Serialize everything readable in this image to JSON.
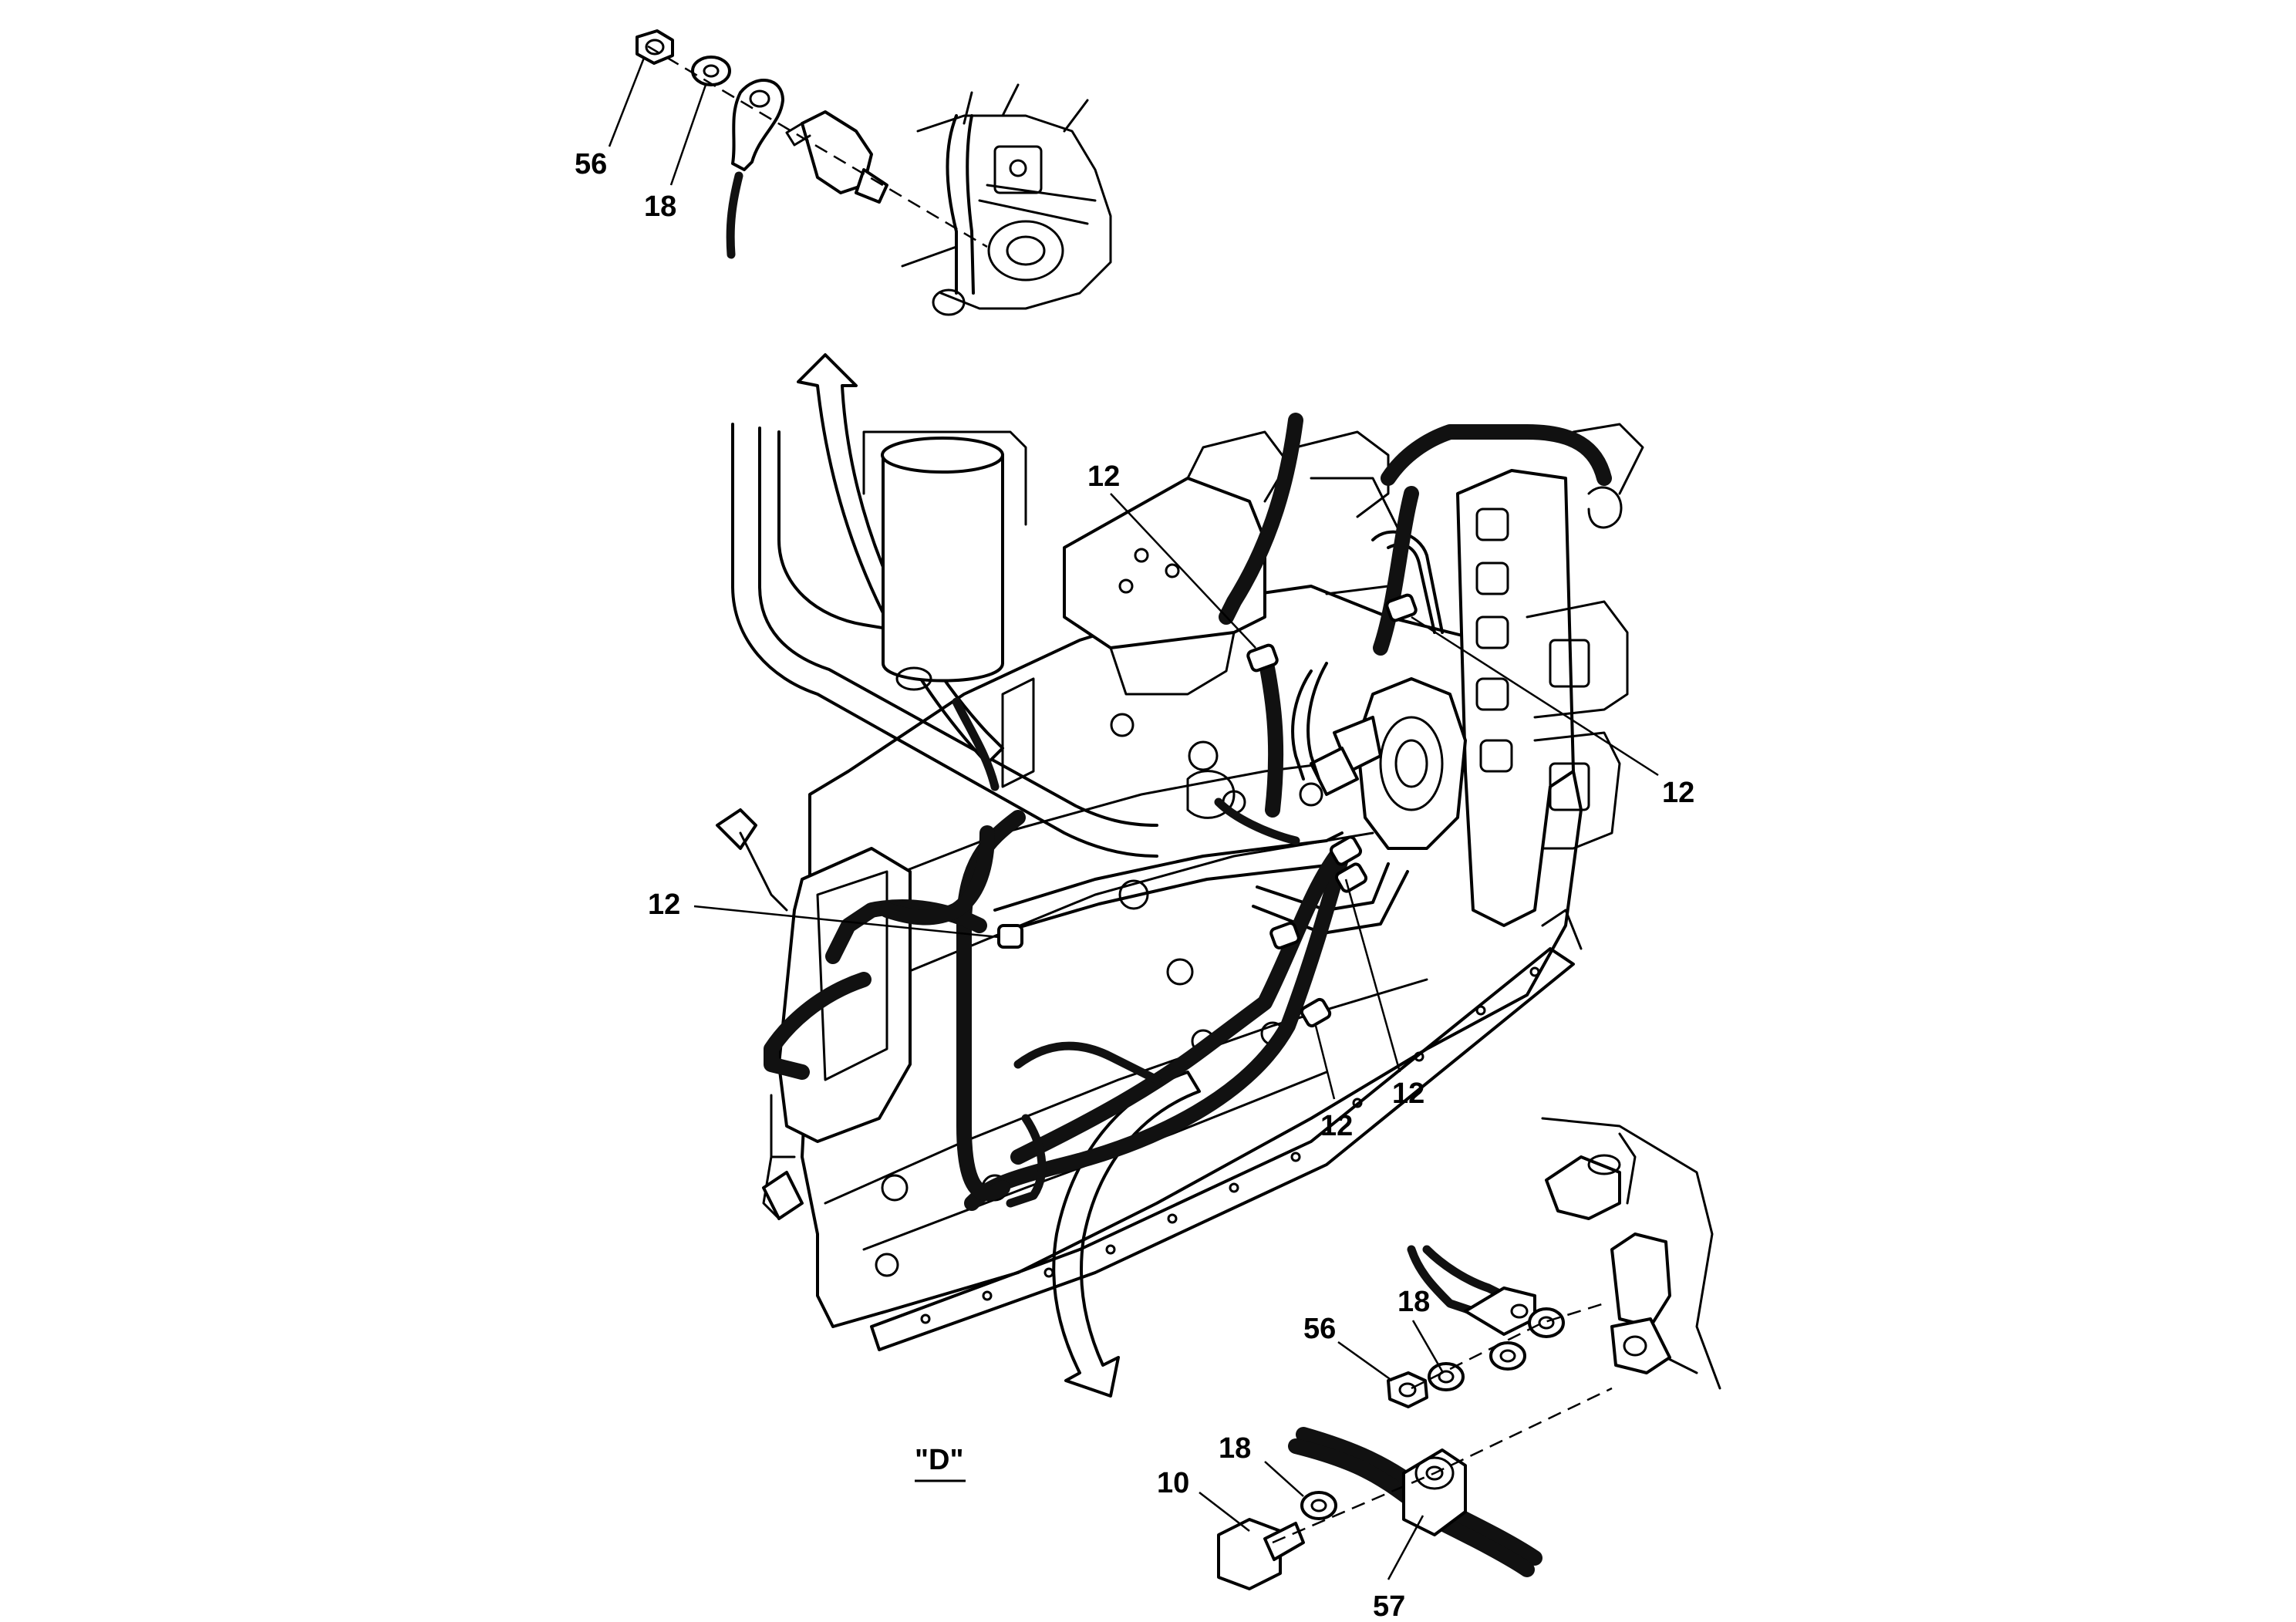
{
  "view_label": "\"D\"",
  "callouts": {
    "top_nut": "56",
    "top_washer": "18",
    "clip_top_center": "12",
    "clip_right": "12",
    "clip_left": "12",
    "clip_lower_right": "12",
    "clip_lower_center": "12",
    "bottom_washer_a": "18",
    "bottom_nut": "56",
    "bottom_washer_b": "18",
    "bottom_bolt": "10",
    "bottom_clamp": "57"
  }
}
